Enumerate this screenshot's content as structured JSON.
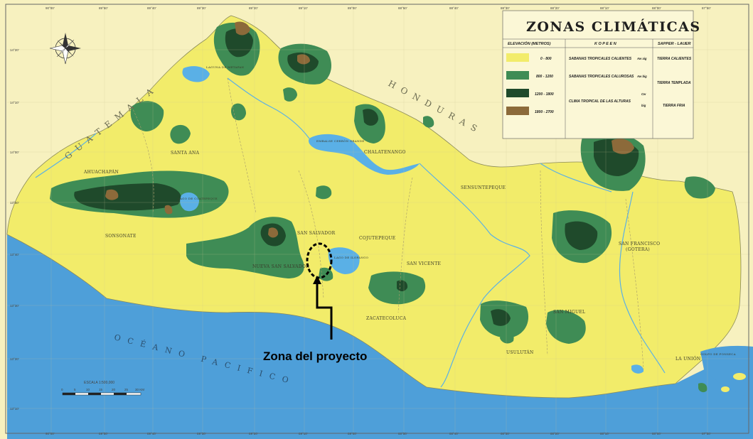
{
  "legend": {
    "title": "ZONAS CLIMÁTICAS",
    "headers": [
      "ELEVACIÓN (METROS)",
      "K O P E E N",
      "SAPPER - LAUER"
    ],
    "rows": [
      {
        "range": "0 - 800",
        "color": "#f2ec6a",
        "koppen": "SABANAS TROPICALES CALIENTES",
        "code": "Aw aig",
        "sapper": "TIERRA CALIENTES"
      },
      {
        "range": "800 - 1200",
        "color": "#3f8c55",
        "koppen": "SABANAS TROPICALES CALUROSAS",
        "code": "Aw big",
        "sapper": "TIERRA TEMPLADA"
      },
      {
        "range": "1200 - 1800",
        "color": "#1f4a2b",
        "koppen": "CLIMA TROPICAL DE LAS ALTURAS",
        "code": "Cw",
        "sapper": ""
      },
      {
        "range": "1800 - 2700",
        "color": "#8c6a3a",
        "koppen": "",
        "code": "big",
        "sapper": "TIERRA FRIA"
      }
    ]
  },
  "annotation": {
    "label": "Zona del proyecto"
  },
  "countries": {
    "guatemala": "GUATEMALA",
    "honduras": "HONDURAS"
  },
  "ocean_label": "OCÉANO PACIFICO",
  "places": {
    "ahuachapan": "AHUACHAPÁN",
    "santa_ana": "SANTA ANA",
    "sonsonate": "SONSONATE",
    "san_salvador": "SAN SALVADOR",
    "nueva_san_salvador": "NUEVA SAN SALVADOR",
    "chalatenango": "CHALATENANGO",
    "cojutepeque": "COJUTEPEQUE",
    "sensuntepeque": "SENSUNTEPEQUE",
    "san_vicente": "SAN VICENTE",
    "zacatecoluca": "ZACATECOLUCA",
    "san_francisco": "SAN FRANCISCO",
    "gotera": "(GOTERA)",
    "san_miguel": "SAN MIGUEL",
    "usulutan": "USULUTÁN",
    "la_union": "LA UNIÓN",
    "laguna_metapan": "LAGUNA DE METAPAN",
    "lago_coatepeque": "LAGO DE COATEPEQUE",
    "lago_ilopango": "LAGO DE ILOPANGO",
    "embalse": "EMBALSE CERRÓN GRANDE",
    "golfo": "GOLFO DE FONSECA"
  },
  "scale": {
    "label": "ESCALA 1:500,000",
    "ticks": [
      "0",
      "5",
      "10",
      "15",
      "20",
      "25",
      "30 KM"
    ]
  },
  "coords_top": [
    "90°00'",
    "89°50'",
    "89°40'",
    "89°30'",
    "89°20'",
    "89°10'",
    "89°00'",
    "88°50'",
    "88°40'",
    "88°30'",
    "88°20'",
    "88°10'",
    "88°00'",
    "87°50'"
  ],
  "coords_left": [
    "14°20'",
    "14°10'",
    "14°00'",
    "13°50'",
    "13°40'",
    "13°30'",
    "13°20'",
    "13°10'"
  ],
  "colors": {
    "sea": "#4e9fd9",
    "lowland": "#f2ec6a",
    "mid": "#3f8c55",
    "high": "#1f4a2b",
    "peak": "#8c6a3a",
    "neighbor": "#f7f1bf",
    "lake": "#5ab0e6"
  }
}
